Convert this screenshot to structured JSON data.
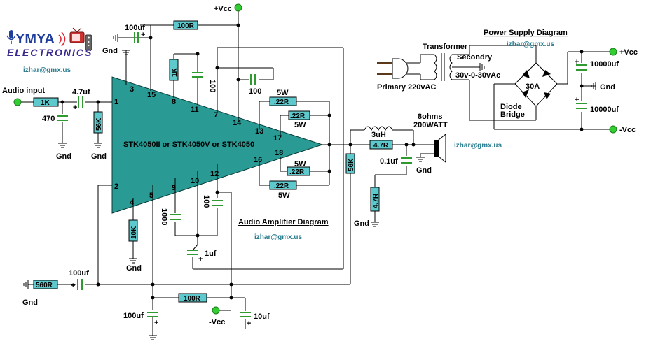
{
  "logo": {
    "brand_top": "YMYA",
    "brand_bottom": "ELECTRONICS"
  },
  "emails": {
    "logo_email": "izhar@gmx.us",
    "psu_email": "izhar@gmx.us",
    "speaker_email": "izhar@gmx.us",
    "amp_email": "izhar@gmx.us"
  },
  "titles": {
    "power": "Power Supply Diagram",
    "amp": "Audio Amplifier Diagram"
  },
  "chip": {
    "label": "STK4050II or STK4050V or STK4050",
    "pins": [
      "3",
      "15",
      "8",
      "11",
      "7",
      "14",
      "13",
      "17",
      "18",
      "16",
      "12",
      "10",
      "9",
      "5",
      "4",
      "2",
      "1"
    ]
  },
  "labels": {
    "vcc_top": "+Vcc",
    "vcc_neg": "-Vcc",
    "audio_input": "Audio input",
    "gnd_top": "Gnd",
    "gnd_470": "Gnd",
    "gnd_56k": "Gnd",
    "gnd_10k": "Gnd",
    "gnd_560": "Gnd",
    "gnd_47": "Gnd",
    "gnd_speaker": "Gnd",
    "transformer": "Transformer",
    "secondary": "Secondry",
    "sec_volt": "30v-0-30vAc",
    "primary": "Primary 220vAC",
    "bridge_a": "30A",
    "diode": "Diode",
    "bridge": "Bridge",
    "psu_vcc": "+Vcc",
    "psu_gnd": "Gnd",
    "psu_nvcc": "-Vcc",
    "speaker_ohm": "8ohms",
    "speaker_watt": "200WATT",
    "inductor": "3uH"
  },
  "resistors": {
    "r100_top": "100R",
    "r1k_in": "1K",
    "r56k_in": "56K",
    "r1k_v": "1K",
    "r22_1": ".22R",
    "r22_2": ".22R",
    "r22_3": ".22R",
    "r22_4": ".22R",
    "r47_out": "4.7R",
    "r56k_fb": "56K",
    "r47_v": "4.7R",
    "r10k": "10K",
    "r560": "560R",
    "r100_bot": "100R"
  },
  "capacitors": {
    "c100uf_top": "100uf",
    "c47uf": "4.7uf",
    "c470": "470",
    "c100_v": "100",
    "c100_h": "100",
    "c01uf": "0.1uf",
    "c1000": "1000",
    "c100_b": "100",
    "c1uf": "1uf",
    "c100uf_fb": "100uf",
    "c100uf_bot": "100uf",
    "c10uf": "10uf",
    "c10000_top": "10000uf",
    "c10000_bot": "10000uf"
  },
  "watt_labels": {
    "w1": "5W",
    "w2": "5W",
    "w3": "5W",
    "w4": "5W"
  },
  "colors": {
    "resistor": "#5ec9cc",
    "chip": "#2a9a94",
    "capacitor": "#2f9a2f",
    "terminal": "#33cc33",
    "email": "#2a7d8f"
  }
}
